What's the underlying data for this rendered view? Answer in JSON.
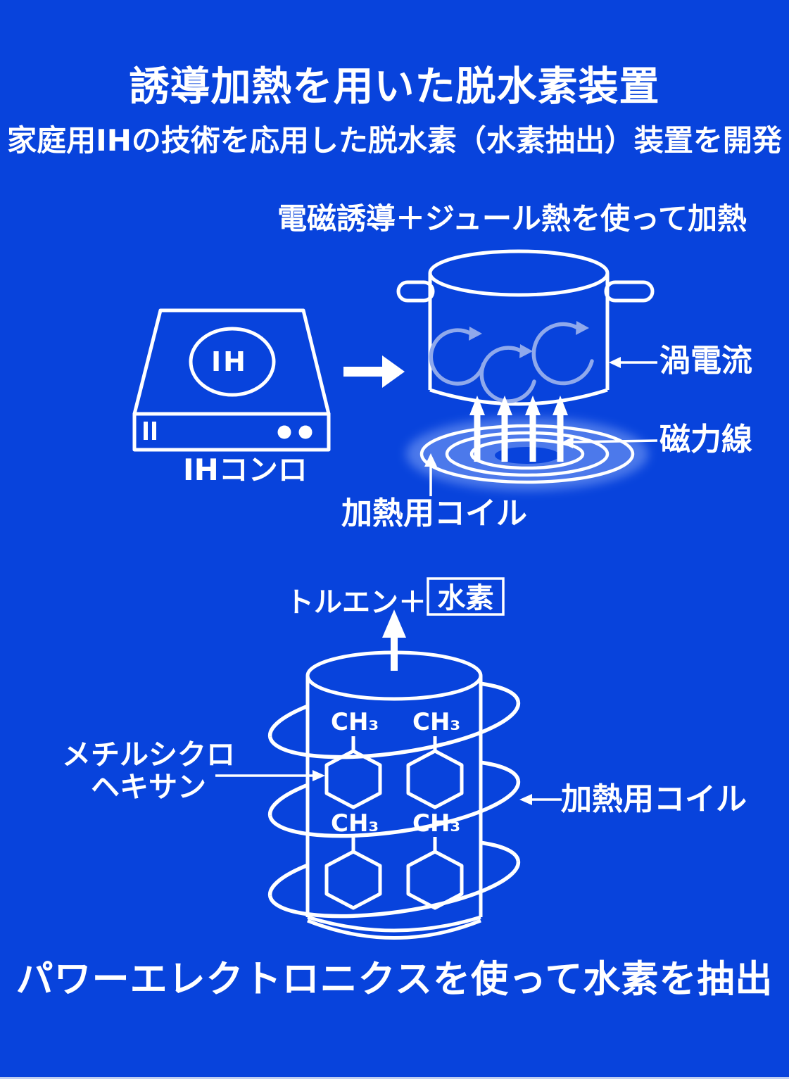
{
  "colors": {
    "background": "#0843DC",
    "line": "#FFFFFF",
    "accent_light_blue": "#8FA9EC"
  },
  "header": {
    "title": "誘導加熱を用いた脱水素装置",
    "subtitle": "家庭用IHの技術を応用した脱水素（水素抽出）装置を開発"
  },
  "induction": {
    "heading": "電磁誘導＋ジュール熱を使って加熱",
    "ih_mark": "IH",
    "cooktop_label": "IHコンロ",
    "eddy_current_label": "渦電流",
    "magnetic_lines_label": "磁力線",
    "heating_coil_label": "加熱用コイル"
  },
  "reactor": {
    "toluene_label": "トルエン＋",
    "hydrogen_label": "水素",
    "molecule_label_line1": "メチルシクロ",
    "molecule_label_line2": "ヘキサン",
    "heating_coil_label": "加熱用コイル",
    "methyl_label": "CH₃"
  },
  "footer": {
    "caption": "パワーエレクトロニクスを使って水素を抽出"
  }
}
